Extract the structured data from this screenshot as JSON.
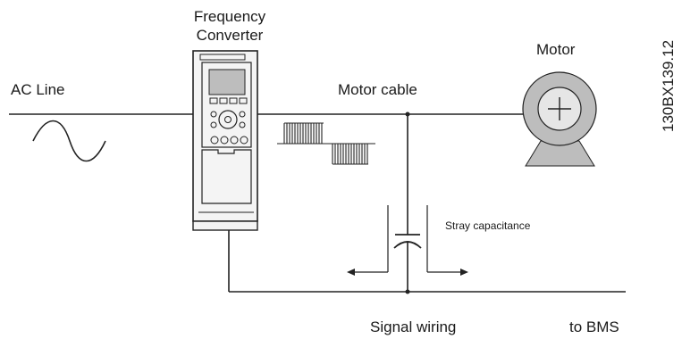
{
  "labels": {
    "converter_line1": "Frequency",
    "converter_line2": "Converter",
    "ac_line": "AC Line",
    "motor_cable": "Motor cable",
    "motor": "Motor",
    "stray_capacitance": "Stray capacitance",
    "signal_wiring": "Signal wiring",
    "to_bms": "to BMS",
    "figure_id": "130BX139.12"
  },
  "colors": {
    "line": "#222222",
    "converter_fill": "#f4f4f4",
    "display": "#bdbdbd",
    "motor_fill": "#bdbdbd",
    "motor_hub": "#e6e6e6"
  },
  "icons": {
    "ac_wave": "sine-wave-icon",
    "pwm": "pwm-waveform-icon",
    "capacitor": "capacitor-icon",
    "motor": "motor-icon"
  }
}
